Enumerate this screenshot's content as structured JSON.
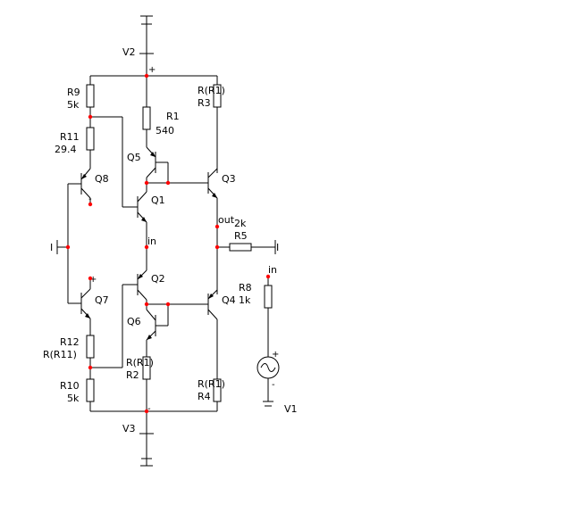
{
  "schematic": {
    "supplies": [
      {
        "name": "V2",
        "polarity": "+"
      },
      {
        "name": "V3",
        "polarity": "-"
      }
    ],
    "source": {
      "name": "V1",
      "plus": "+",
      "minus": "-"
    },
    "resistors": [
      {
        "name": "R9",
        "value": "5k"
      },
      {
        "name": "R11",
        "value": "29.4"
      },
      {
        "name": "R1",
        "value": "540"
      },
      {
        "name": "R3",
        "value": "R(R1)"
      },
      {
        "name": "R12",
        "value": "R(R11)"
      },
      {
        "name": "R10",
        "value": "5k"
      },
      {
        "name": "R2",
        "value": "R(R1)"
      },
      {
        "name": "R4",
        "value": "R(R1)"
      },
      {
        "name": "R5",
        "value": "2k"
      },
      {
        "name": "R8",
        "value": "1k"
      }
    ],
    "transistors": [
      "Q5",
      "Q1",
      "Q3",
      "Q8",
      "Q7",
      "Q2",
      "Q6",
      "Q4"
    ],
    "nets": {
      "in": "in",
      "out": "out",
      "in_source": "in"
    },
    "bias_sources": [
      "I",
      "I"
    ],
    "q8_emitter_sign": "-",
    "q7_emitter_sign": "+"
  }
}
